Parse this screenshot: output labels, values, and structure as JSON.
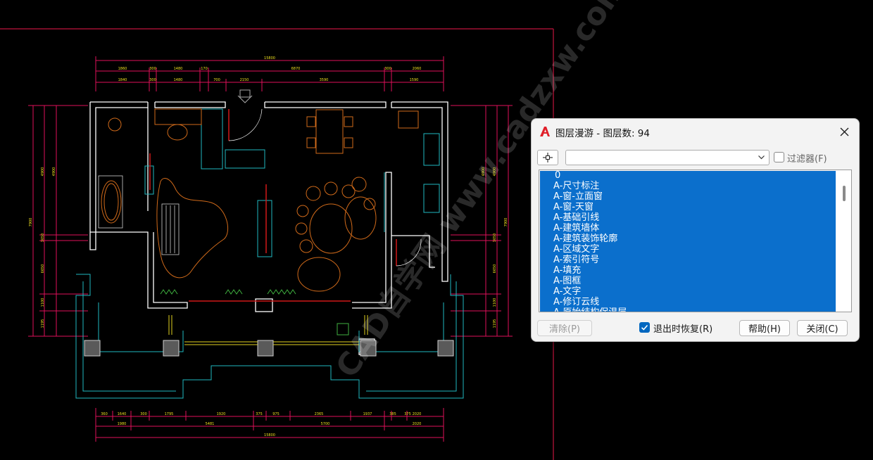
{
  "dialog": {
    "title": "图层漫游 - 图层数: 94",
    "filter_value": "",
    "filter_checkbox_label": "过滤器(F)",
    "filter_checked": false,
    "layers": [
      "0",
      "A-尺寸标注",
      "A-窗-立面窗",
      "A-窗-天窗",
      "A-基础引线",
      "A-建筑墙体",
      "A-建筑装饰轮廓",
      "A-区域文字",
      "A-索引符号",
      "A-填充",
      "A-图框",
      "A-文字",
      "A-修订云线",
      "A-原始结构保温层"
    ],
    "clear_label": "清除(P)",
    "restore_label": "退出时恢复(R)",
    "restore_checked": true,
    "help_label": "帮助(H)",
    "close_label": "关闭(C)"
  },
  "drawing": {
    "dim_top_total": "15800",
    "dim_top_row1": [
      "1860",
      "300",
      "1480",
      "170",
      "6870",
      "300",
      "2060"
    ],
    "dim_top_row2": [
      "1840",
      "300",
      "1480",
      "700",
      "2150",
      "3590",
      "1590"
    ],
    "dim_bottom_row1": [
      "360",
      "1640",
      "300",
      "1795",
      "1920",
      "375",
      "975",
      "2365",
      "1937",
      "385",
      "375",
      "2020"
    ],
    "dim_bottom_row2": [
      "1980",
      "5481",
      "5700",
      "2020"
    ],
    "dim_bottom_total": "15800",
    "dim_left": [
      "4900",
      "4900",
      "7900",
      "1650",
      "6650",
      "1100",
      "1195"
    ],
    "dim_right": [
      "4900",
      "4900",
      "7900",
      "1650",
      "6650",
      "1100",
      "1195"
    ],
    "watermark": "CAD自学网 www.cadzxw.com"
  },
  "colors": {
    "accent": "#0067c0",
    "selection": "#0b6fcc",
    "layout_border": "#c0143c",
    "dim": "#e0105a",
    "dim_text": "#f0e020",
    "wall": "#ffffff",
    "furniture": "#d06a1a",
    "cyan": "#20b8c0"
  }
}
